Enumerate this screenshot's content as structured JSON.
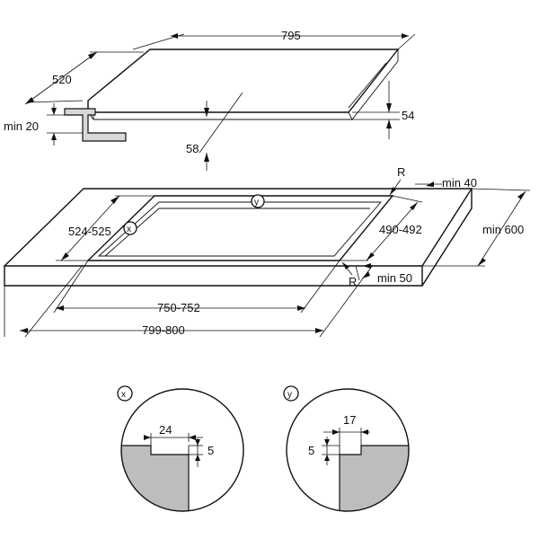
{
  "hob": {
    "width": "795",
    "depth": "520",
    "height": "54",
    "under_depth": "58",
    "clearance": "min 20"
  },
  "cutout": {
    "radius_label": "R",
    "back_clearance": "min 40",
    "front_clearance": "min 50",
    "worktop_depth": "min 600",
    "depth": "490-492",
    "inner_width_side": "524-525",
    "width": "750-752",
    "outer_width": "799-800",
    "marker_x": "x",
    "marker_y": "y"
  },
  "detail_x": {
    "marker": "x",
    "width": "24",
    "depth": "5"
  },
  "detail_y": {
    "marker": "y",
    "width": "17",
    "depth": "5"
  }
}
